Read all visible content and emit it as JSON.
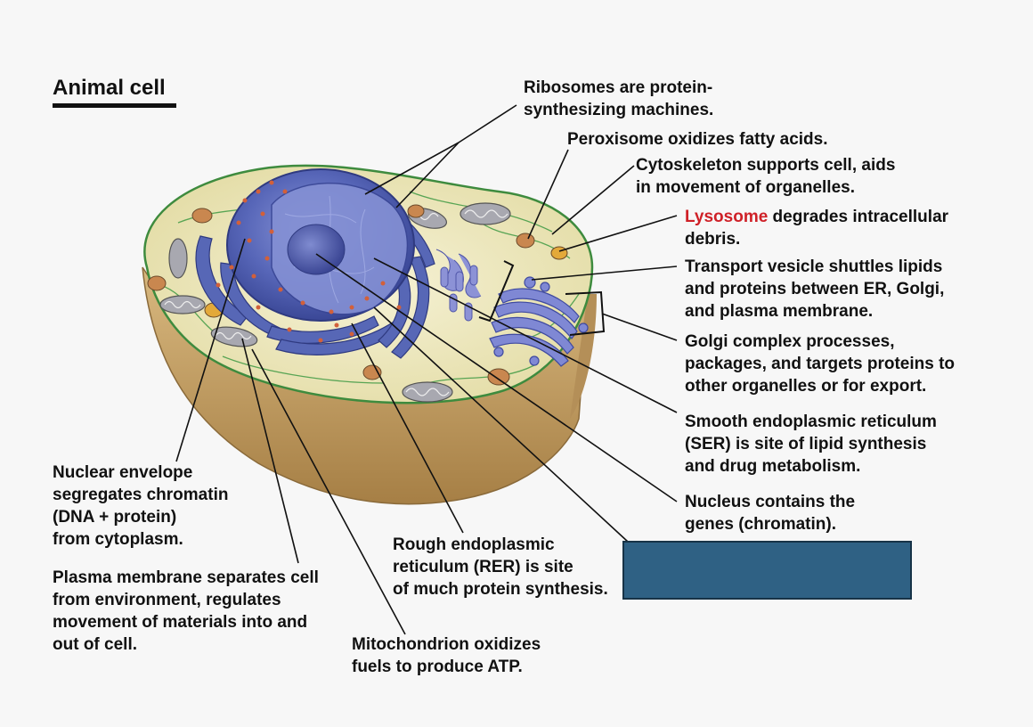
{
  "title": "Animal cell",
  "colors": {
    "text": "#111111",
    "accent_red": "#cf2027",
    "answer_box": "#2f6184",
    "nucleus": "#4f5fb0",
    "cytoplasm": "#ece7bd",
    "cell_base": "#c8a46a"
  },
  "labels": {
    "ribosomes": [
      "Ribosomes are protein-",
      "synthesizing machines."
    ],
    "peroxisome": [
      "Peroxisome oxidizes fatty acids."
    ],
    "cytoskeleton": [
      "Cytoskeleton supports cell, aids",
      "in movement of organelles."
    ],
    "lysosome": {
      "term": "Lysosome",
      "line1_rest": " degrades intracellular",
      "line2": "debris."
    },
    "transport_vesicle": [
      "Transport vesicle shuttles lipids",
      "and proteins between ER, Golgi,",
      "and plasma membrane."
    ],
    "golgi": [
      "Golgi complex processes,",
      "packages, and targets proteins to",
      "other organelles or for export."
    ],
    "ser": [
      "Smooth endoplasmic reticulum",
      "(SER) is site of lipid synthesis",
      "and drug metabolism."
    ],
    "nucleus": [
      "Nucleus contains the",
      "genes (chromatin)."
    ],
    "nuclear_envelope": [
      "Nuclear envelope",
      "segregates chromatin",
      "(DNA + protein)",
      "from cytoplasm."
    ],
    "plasma_membrane": [
      "Plasma membrane separates cell",
      "from environment, regulates",
      "movement of materials into and",
      "out of cell."
    ],
    "rer": [
      "Rough endoplasmic",
      "reticulum (RER) is site",
      "of much protein synthesis."
    ],
    "mitochondrion": [
      "Mitochondrion oxidizes",
      "fuels to produce ATP."
    ]
  },
  "icons": {
    "answer_box": "hidden-label-box"
  }
}
